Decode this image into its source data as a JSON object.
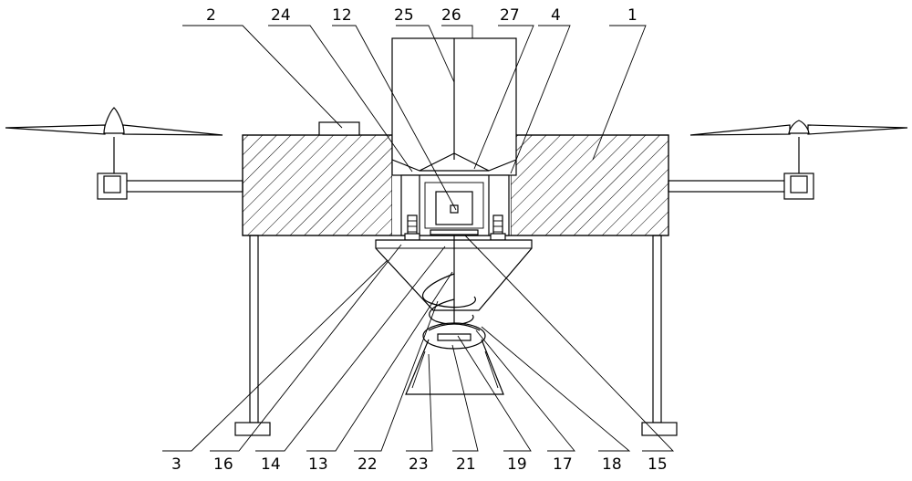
{
  "labels_top": [
    {
      "id": "2",
      "text": "2"
    },
    {
      "id": "24",
      "text": "24"
    },
    {
      "id": "12",
      "text": "12"
    },
    {
      "id": "25",
      "text": "25"
    },
    {
      "id": "26",
      "text": "26"
    },
    {
      "id": "27",
      "text": "27"
    },
    {
      "id": "4",
      "text": "4"
    },
    {
      "id": "1",
      "text": "1"
    }
  ],
  "labels_bottom": [
    {
      "id": "3",
      "text": "3"
    },
    {
      "id": "16",
      "text": "16"
    },
    {
      "id": "14",
      "text": "14"
    },
    {
      "id": "13",
      "text": "13"
    },
    {
      "id": "22",
      "text": "22"
    },
    {
      "id": "23",
      "text": "23"
    },
    {
      "id": "21",
      "text": "21"
    },
    {
      "id": "19",
      "text": "19"
    },
    {
      "id": "17",
      "text": "17"
    },
    {
      "id": "18",
      "text": "18"
    },
    {
      "id": "15",
      "text": "15"
    }
  ]
}
